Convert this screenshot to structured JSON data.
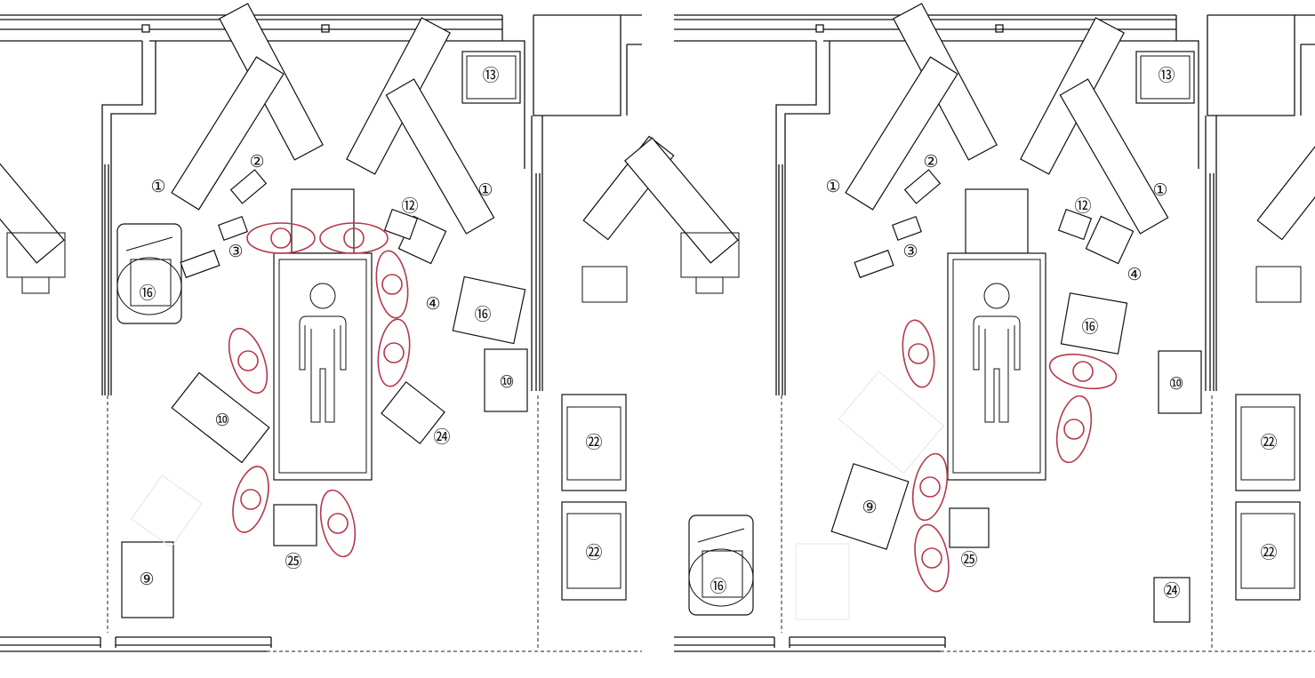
{
  "panels": [
    {
      "name": "layout-a",
      "labels": [
        "①",
        "②",
        "③",
        "⑫",
        "①",
        "④",
        "⑯",
        "⑯",
        "⑩",
        "⑩",
        "㉔",
        "㉕",
        "⑨",
        "⑬",
        "㉒",
        "㉒"
      ]
    },
    {
      "name": "layout-b",
      "labels": [
        "①",
        "②",
        "③",
        "⑫",
        "①",
        "④",
        "⑯",
        "⑩",
        "⑨",
        "⑯",
        "㉕",
        "㉔",
        "⑬",
        "㉒",
        "㉒"
      ]
    }
  ],
  "colors": {
    "staff_marker": "#b5384a",
    "line": "#111111"
  }
}
